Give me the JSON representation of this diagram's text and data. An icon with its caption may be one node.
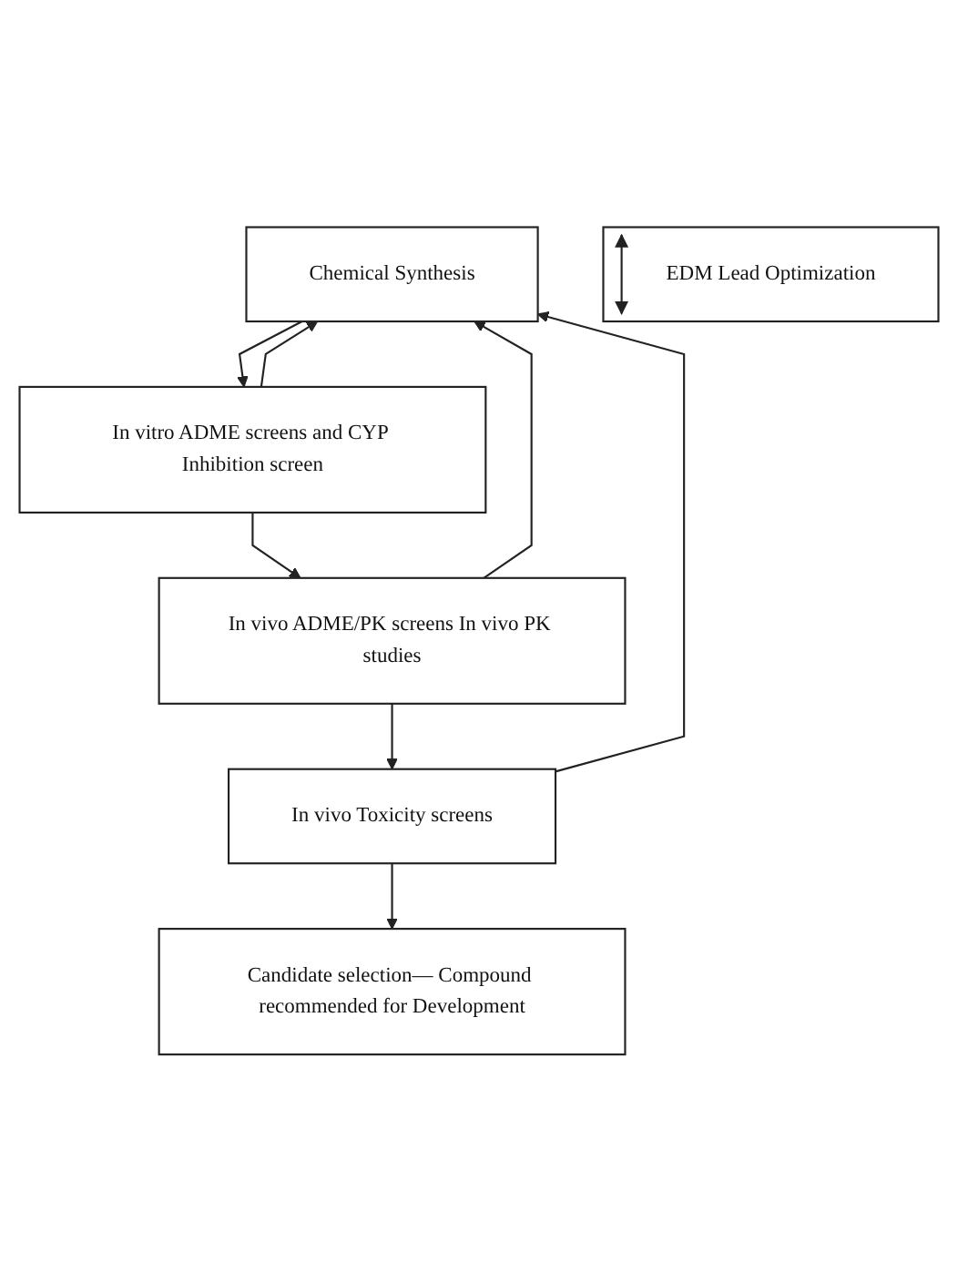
{
  "diagram": {
    "nodes": [
      {
        "text": [
          "Chemical Synthesis"
        ]
      },
      {
        "text": [
          "In vitro ADME screens and CYP Inhibition screen"
        ]
      },
      {
        "text": [
          "In vivo ADME/PK screens In vivo PK studies"
        ]
      },
      {
        "text": [
          "In vivo Toxicity screens"
        ]
      },
      {
        "text": [
          "Candidate selection— Compound recommended for Development"
        ]
      },
      {
        "text": [
          "EDM Lead Optimization"
        ]
      }
    ],
    "edges": [
      {
        "from": 0,
        "to": 1,
        "arrow": "to"
      },
      {
        "from": 1,
        "to": 2,
        "arrow": "to"
      },
      {
        "from": 2,
        "to": 3,
        "arrow": "to"
      },
      {
        "from": 3,
        "to": 4,
        "arrow": "to"
      },
      {
        "from": 1,
        "to": 0,
        "arrow": "to"
      },
      {
        "from": 2,
        "to": 0,
        "arrow": "to"
      },
      {
        "from": 3,
        "to": 0,
        "arrow": "to"
      }
    ]
  }
}
